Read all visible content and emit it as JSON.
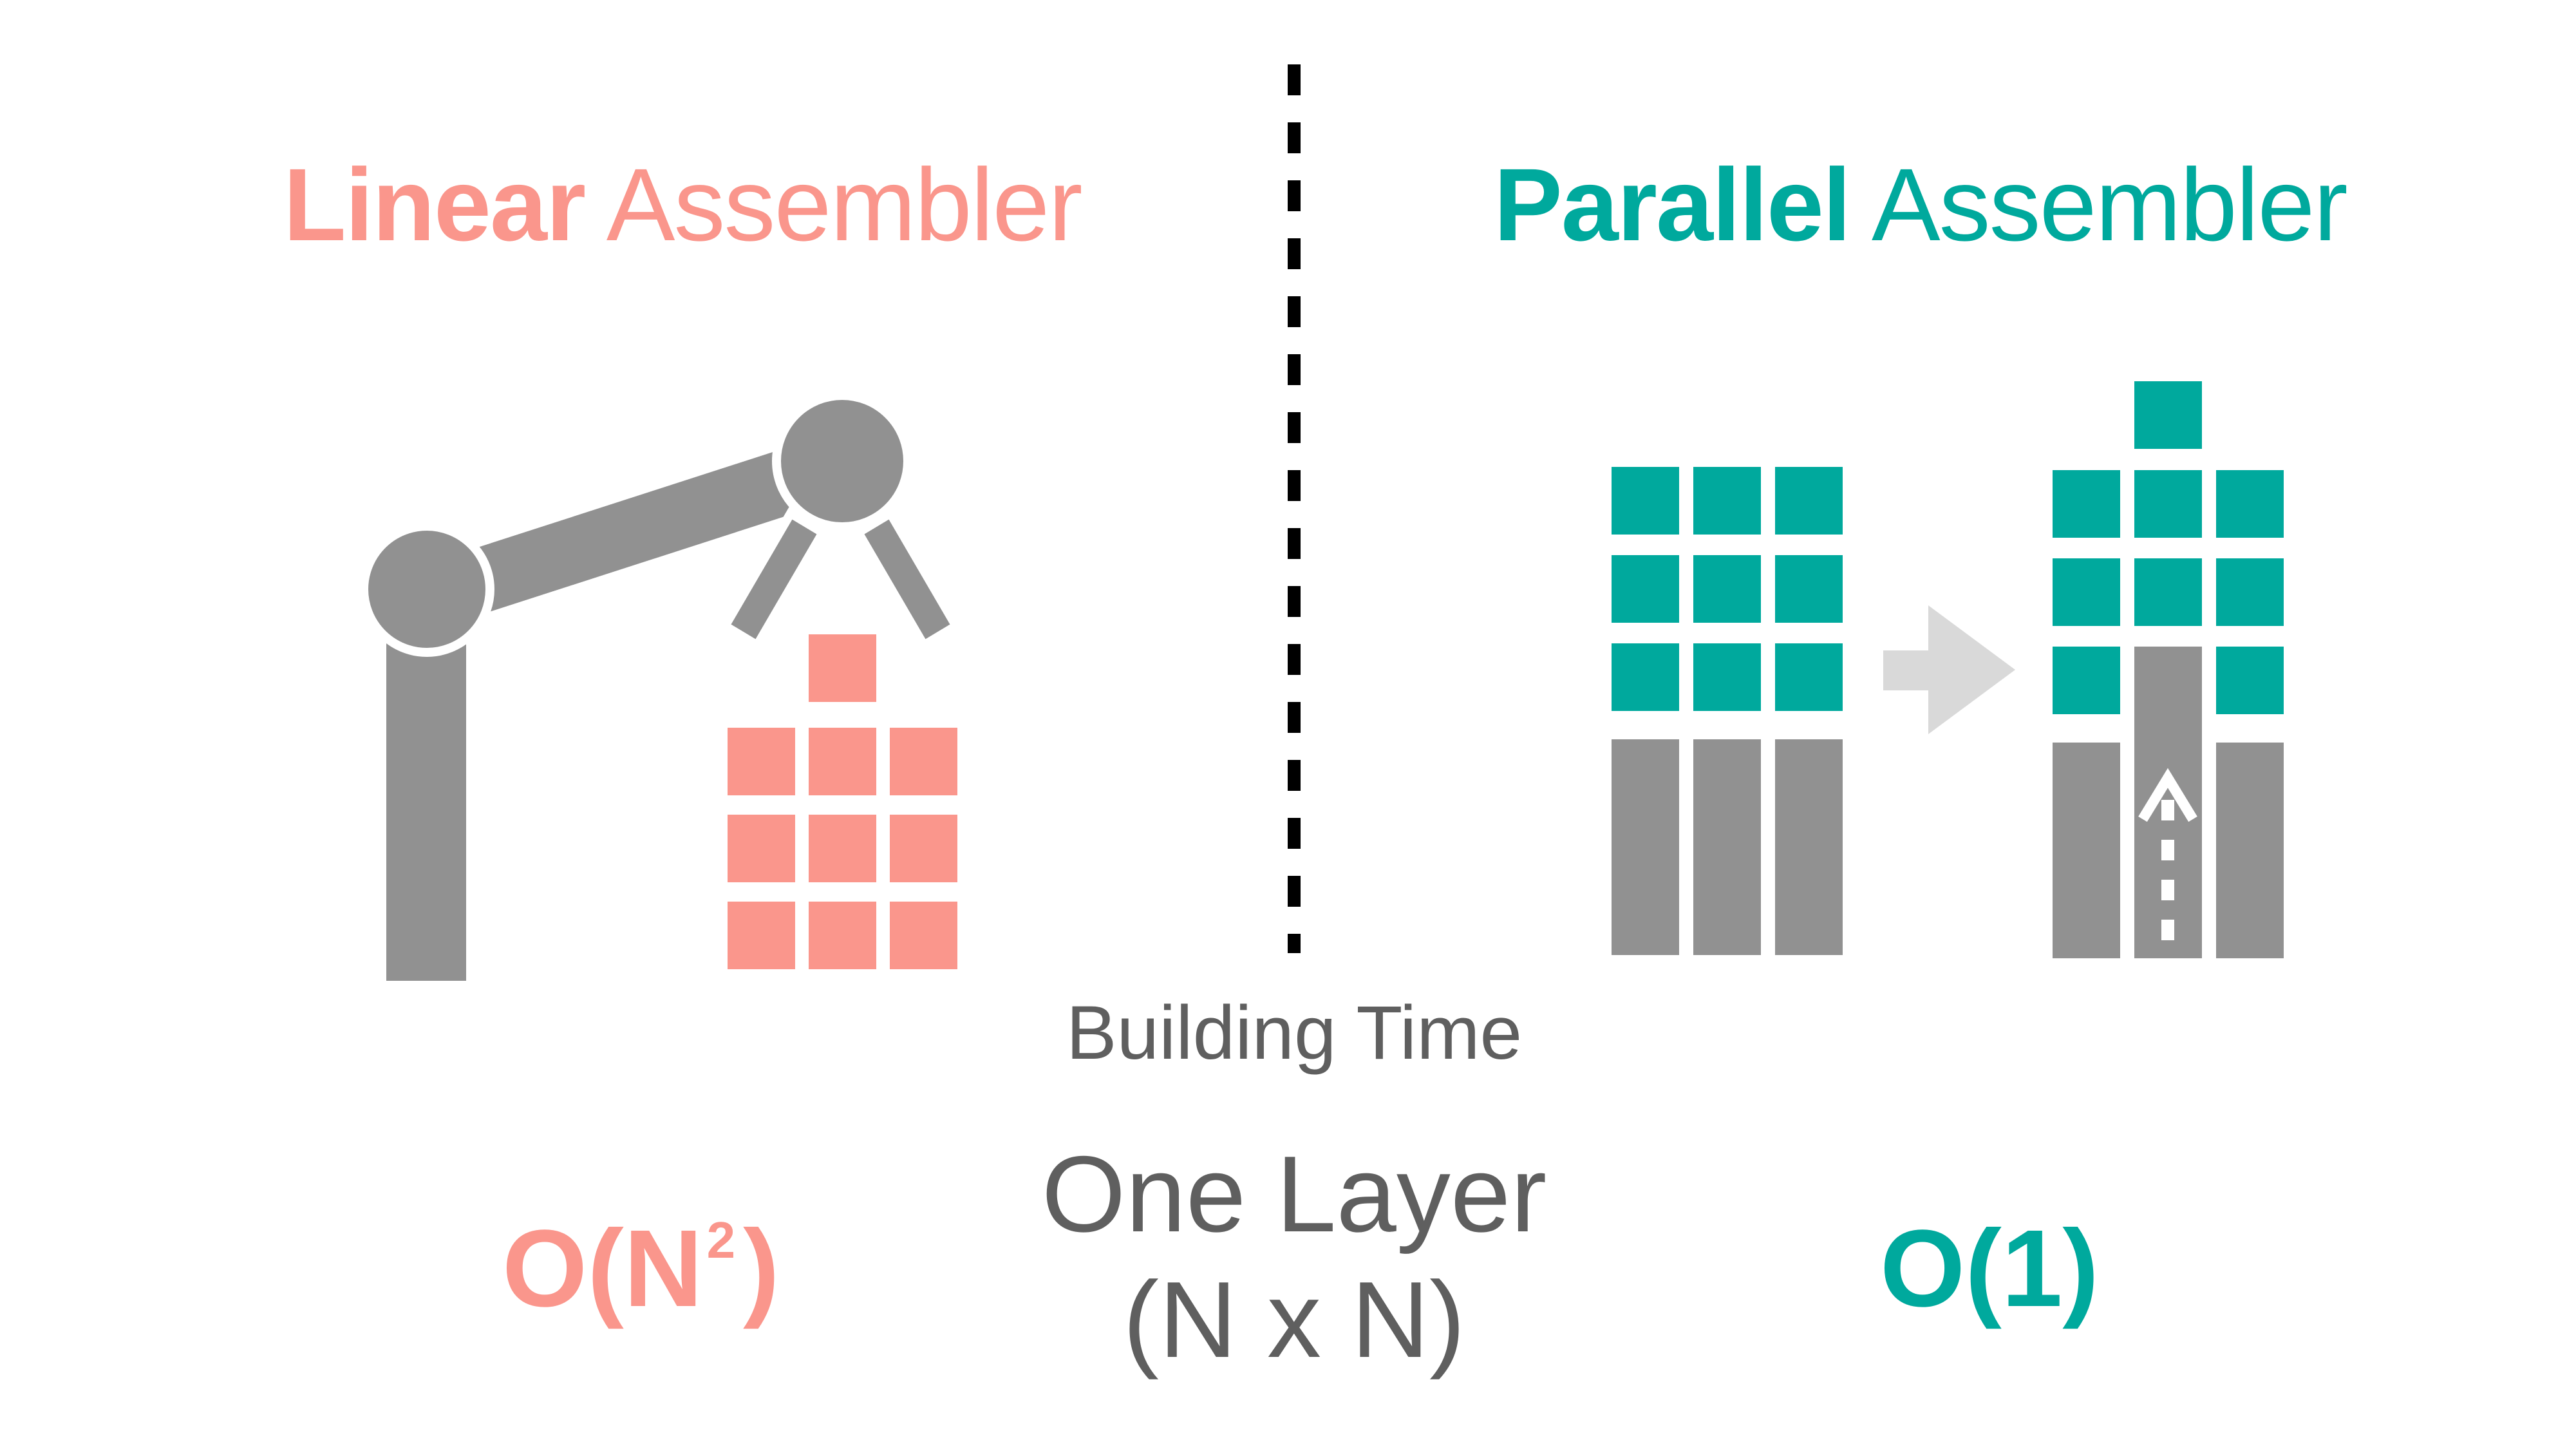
{
  "colors": {
    "linear": "#fa968c",
    "parallel": "#00a99d",
    "machine": "#919191",
    "arrow": "#d9d9d9",
    "text": "#5f5f5f"
  },
  "linear": {
    "title_bold": "Linear",
    "title_light": "Assembler",
    "complexity_base": "O(N",
    "complexity_exp": "2",
    "complexity_close": ")"
  },
  "parallel": {
    "title_bold": "Parallel",
    "title_light": "Assembler",
    "complexity": "O(1)"
  },
  "center": {
    "building_time": "Building Time",
    "one_layer": "One Layer",
    "layer_size": "(N x N)"
  },
  "icons": {
    "robot_arm": "robot-arm-icon",
    "transition_arrow": "right-arrow-icon",
    "push_arrow": "up-arrow-icon"
  }
}
